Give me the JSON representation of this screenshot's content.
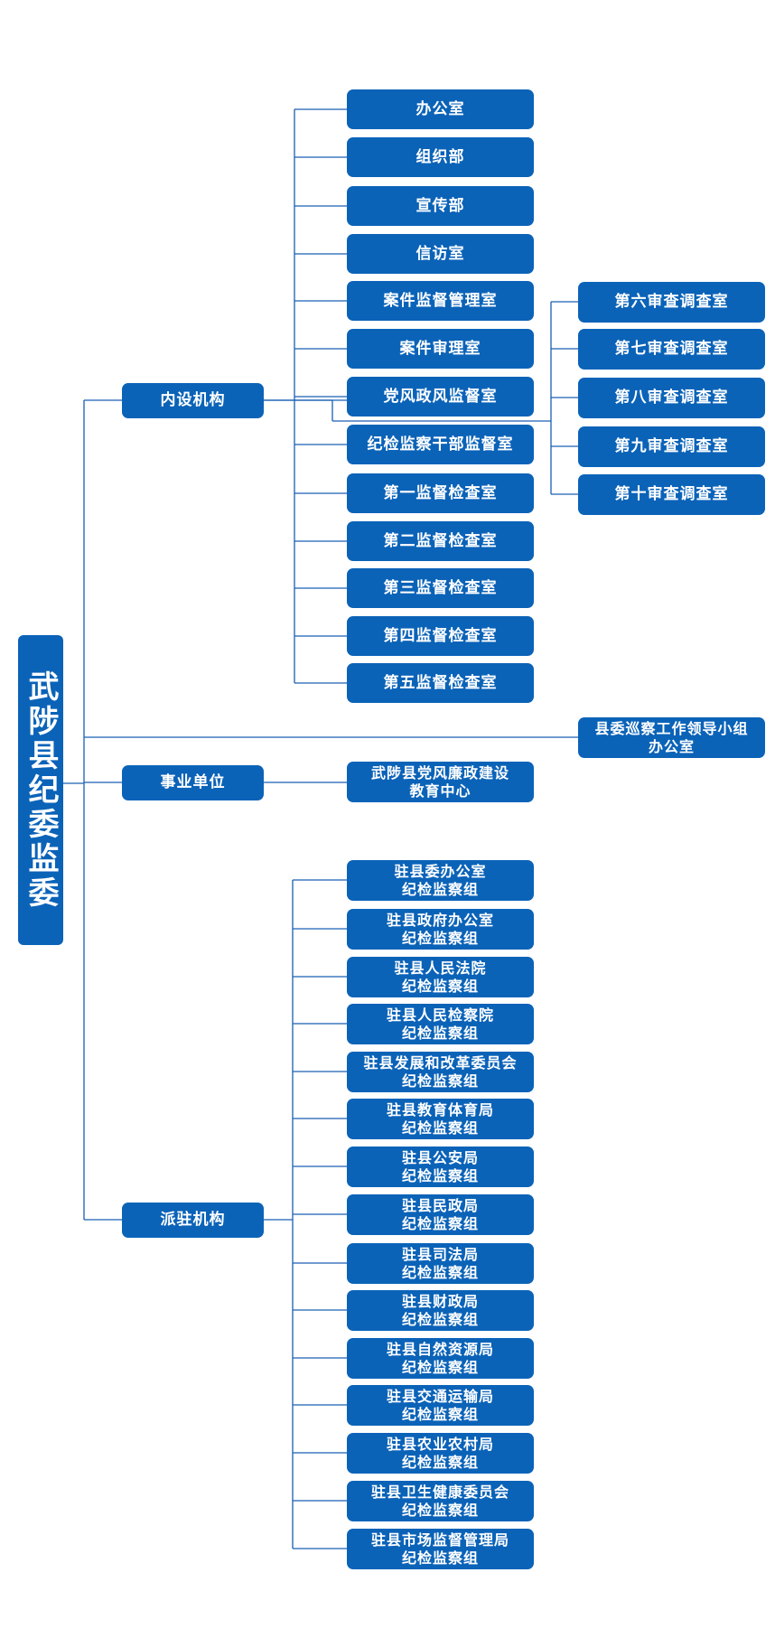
{
  "root": {
    "label": "武陟县纪委监委"
  },
  "branches": {
    "internal": {
      "label": "内设机构",
      "departments": [
        "办公室",
        "组织部",
        "宣传部",
        "信访室",
        "案件监督管理室",
        "案件审理室",
        "党风政风监督室",
        "纪检监察干部监督室",
        "第一监督检查室",
        "第二监督检查室",
        "第三监督检查室",
        "第四监督检查室",
        "第五监督检查室"
      ],
      "review_rooms": [
        "第六审查调查室",
        "第七审查调查室",
        "第八审查调查室",
        "第九审查调查室",
        "第十审查调查室"
      ]
    },
    "inspection": {
      "label": "县委巡察工作领导小组\n办公室"
    },
    "institution": {
      "label": "事业单位",
      "units": [
        "武陟县党风廉政建设\n教育中心"
      ]
    },
    "stationed": {
      "label": "派驻机构",
      "groups": [
        "驻县委办公室\n纪检监察组",
        "驻县政府办公室\n纪检监察组",
        "驻县人民法院\n纪检监察组",
        "驻县人民检察院\n纪检监察组",
        "驻县发展和改革委员会\n纪检监察组",
        "驻县教育体育局\n纪检监察组",
        "驻县公安局\n纪检监察组",
        "驻县民政局\n纪检监察组",
        "驻县司法局\n纪检监察组",
        "驻县财政局\n纪检监察组",
        "驻县自然资源局\n纪检监察组",
        "驻县交通运输局\n纪检监察组",
        "驻县农业农村局\n纪检监察组",
        "驻县卫生健康委员会\n纪检监察组",
        "驻县市场监督管理局\n纪检监察组"
      ]
    }
  }
}
